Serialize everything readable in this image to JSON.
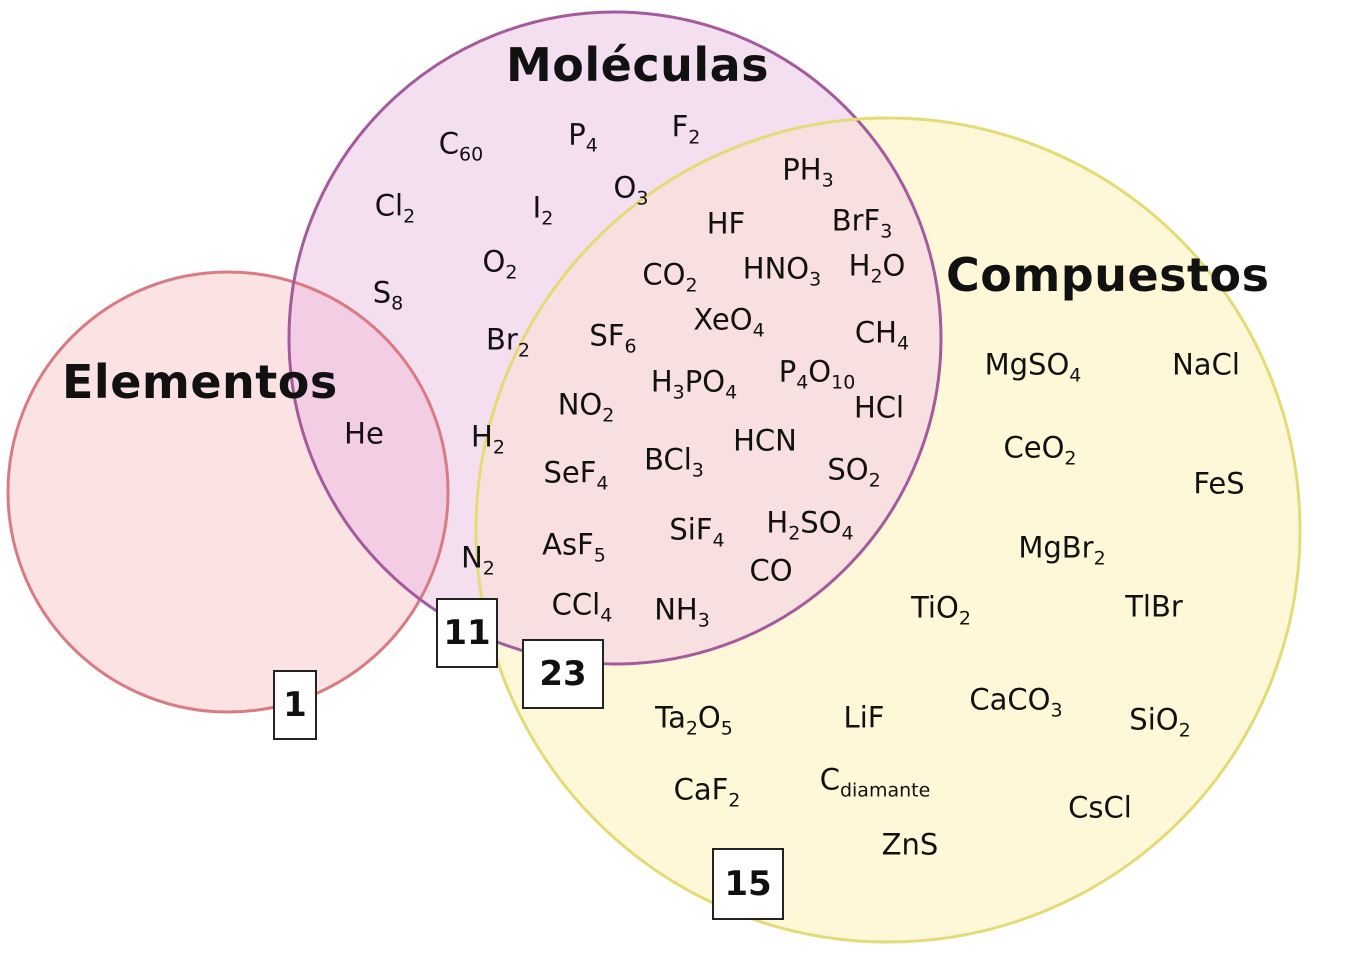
{
  "colors": {
    "elementos_fill": "#fbe3e3",
    "elementos_stroke": "#d97b82",
    "moleculas_fill": "#f4dff1",
    "moleculas_stroke": "#a45a9c",
    "compuestos_fill": "#fff8d8",
    "compuestos_stroke": "#e5db76",
    "overlap_elem_mol": "#f3cde3",
    "overlap_mol_comp": "#f9e0e0"
  },
  "sets": {
    "moleculas": {
      "title": "Moléculas"
    },
    "compuestos": {
      "title": "Compuestos"
    },
    "elementos": {
      "title": "Elementos"
    }
  },
  "counts": {
    "elementos_only": "1",
    "elementos_moleculas": "11",
    "moleculas_compuestos": "23",
    "compuestos_only": "15"
  },
  "formulas": {
    "moleculas_elementos": [
      {
        "id": "c60",
        "parts": [
          [
            "C",
            ""
          ],
          [
            "60",
            "sub"
          ]
        ]
      },
      {
        "id": "p4",
        "parts": [
          [
            "P",
            ""
          ],
          [
            "4",
            "sub"
          ]
        ]
      },
      {
        "id": "f2",
        "parts": [
          [
            "F",
            ""
          ],
          [
            "2",
            "sub"
          ]
        ]
      },
      {
        "id": "cl2",
        "parts": [
          [
            "Cl",
            ""
          ],
          [
            "2",
            "sub"
          ]
        ]
      },
      {
        "id": "i2",
        "parts": [
          [
            "I",
            ""
          ],
          [
            "2",
            "sub"
          ]
        ]
      },
      {
        "id": "o3",
        "parts": [
          [
            "O",
            ""
          ],
          [
            "3",
            "sub"
          ]
        ]
      },
      {
        "id": "o2",
        "parts": [
          [
            "O",
            ""
          ],
          [
            "2",
            "sub"
          ]
        ]
      },
      {
        "id": "s8",
        "parts": [
          [
            "S",
            ""
          ],
          [
            "8",
            "sub"
          ]
        ]
      },
      {
        "id": "br2",
        "parts": [
          [
            "Br",
            ""
          ],
          [
            "2",
            "sub"
          ]
        ]
      },
      {
        "id": "he",
        "parts": [
          [
            "He",
            ""
          ]
        ]
      },
      {
        "id": "h2",
        "parts": [
          [
            "H",
            ""
          ],
          [
            "2",
            "sub"
          ]
        ]
      },
      {
        "id": "n2",
        "parts": [
          [
            "N",
            ""
          ],
          [
            "2",
            "sub"
          ]
        ]
      }
    ],
    "moleculas_compuestos": [
      {
        "id": "ph3",
        "parts": [
          [
            "PH",
            ""
          ],
          [
            "3",
            "sub"
          ]
        ]
      },
      {
        "id": "hf",
        "parts": [
          [
            "HF",
            ""
          ]
        ]
      },
      {
        "id": "brf3",
        "parts": [
          [
            "BrF",
            ""
          ],
          [
            "3",
            "sub"
          ]
        ]
      },
      {
        "id": "co2",
        "parts": [
          [
            "CO",
            ""
          ],
          [
            "2",
            "sub"
          ]
        ]
      },
      {
        "id": "hno3",
        "parts": [
          [
            "HNO",
            ""
          ],
          [
            "3",
            "sub"
          ]
        ]
      },
      {
        "id": "h2o",
        "parts": [
          [
            "H",
            ""
          ],
          [
            "2",
            "sub"
          ],
          [
            "O",
            ""
          ]
        ]
      },
      {
        "id": "sf6",
        "parts": [
          [
            "SF",
            ""
          ],
          [
            "6",
            "sub"
          ]
        ]
      },
      {
        "id": "xeo4",
        "parts": [
          [
            "XeO",
            ""
          ],
          [
            "4",
            "sub"
          ]
        ]
      },
      {
        "id": "ch4",
        "parts": [
          [
            "CH",
            ""
          ],
          [
            "4",
            "sub"
          ]
        ]
      },
      {
        "id": "no2",
        "parts": [
          [
            "NO",
            ""
          ],
          [
            "2",
            "sub"
          ]
        ]
      },
      {
        "id": "h3po4",
        "parts": [
          [
            "H",
            ""
          ],
          [
            "3",
            "sub"
          ],
          [
            "PO",
            ""
          ],
          [
            "4",
            "sub"
          ]
        ]
      },
      {
        "id": "p4o10",
        "parts": [
          [
            "P",
            ""
          ],
          [
            "4",
            "sub"
          ],
          [
            "O",
            ""
          ],
          [
            "10",
            "sub"
          ]
        ]
      },
      {
        "id": "hcl",
        "parts": [
          [
            "HCl",
            ""
          ]
        ]
      },
      {
        "id": "sef4",
        "parts": [
          [
            "SeF",
            ""
          ],
          [
            "4",
            "sub"
          ]
        ]
      },
      {
        "id": "bcl3",
        "parts": [
          [
            "BCl",
            ""
          ],
          [
            "3",
            "sub"
          ]
        ]
      },
      {
        "id": "hcn",
        "parts": [
          [
            "HCN",
            ""
          ]
        ]
      },
      {
        "id": "so2",
        "parts": [
          [
            "SO",
            ""
          ],
          [
            "2",
            "sub"
          ]
        ]
      },
      {
        "id": "asf5",
        "parts": [
          [
            "AsF",
            ""
          ],
          [
            "5",
            "sub"
          ]
        ]
      },
      {
        "id": "sif4",
        "parts": [
          [
            "SiF",
            ""
          ],
          [
            "4",
            "sub"
          ]
        ]
      },
      {
        "id": "h2so4",
        "parts": [
          [
            "H",
            ""
          ],
          [
            "2",
            "sub"
          ],
          [
            "SO",
            ""
          ],
          [
            "4",
            "sub"
          ]
        ]
      },
      {
        "id": "co",
        "parts": [
          [
            "CO",
            ""
          ]
        ]
      },
      {
        "id": "ccl4",
        "parts": [
          [
            "CCl",
            ""
          ],
          [
            "4",
            "sub"
          ]
        ]
      },
      {
        "id": "nh3",
        "parts": [
          [
            "NH",
            ""
          ],
          [
            "3",
            "sub"
          ]
        ]
      }
    ],
    "compuestos": [
      {
        "id": "mgso4",
        "parts": [
          [
            "MgSO",
            ""
          ],
          [
            "4",
            "sub"
          ]
        ]
      },
      {
        "id": "nacl",
        "parts": [
          [
            "NaCl",
            ""
          ]
        ]
      },
      {
        "id": "ceo2",
        "parts": [
          [
            "CeO",
            ""
          ],
          [
            "2",
            "sub"
          ]
        ]
      },
      {
        "id": "fes",
        "parts": [
          [
            "FeS",
            ""
          ]
        ]
      },
      {
        "id": "mgbr2",
        "parts": [
          [
            "MgBr",
            ""
          ],
          [
            "2",
            "sub"
          ]
        ]
      },
      {
        "id": "tio2",
        "parts": [
          [
            "TiO",
            ""
          ],
          [
            "2",
            "sub"
          ]
        ]
      },
      {
        "id": "tlbr",
        "parts": [
          [
            "TlBr",
            ""
          ]
        ]
      },
      {
        "id": "ta2o5",
        "parts": [
          [
            "Ta",
            ""
          ],
          [
            "2",
            "sub"
          ],
          [
            "O",
            ""
          ],
          [
            "5",
            "sub"
          ]
        ]
      },
      {
        "id": "lif",
        "parts": [
          [
            "LiF",
            ""
          ]
        ]
      },
      {
        "id": "caco3",
        "parts": [
          [
            "CaCO",
            ""
          ],
          [
            "3",
            "sub"
          ]
        ]
      },
      {
        "id": "sio2",
        "parts": [
          [
            "SiO",
            ""
          ],
          [
            "2",
            "sub"
          ]
        ]
      },
      {
        "id": "caf2",
        "parts": [
          [
            "CaF",
            ""
          ],
          [
            "2",
            "sub"
          ]
        ]
      },
      {
        "id": "cdiamante",
        "parts": [
          [
            "C",
            ""
          ],
          [
            "diamante",
            "sub"
          ]
        ]
      },
      {
        "id": "cscl",
        "parts": [
          [
            "CsCl",
            ""
          ]
        ]
      },
      {
        "id": "zns",
        "parts": [
          [
            "ZnS",
            ""
          ]
        ]
      }
    ]
  }
}
